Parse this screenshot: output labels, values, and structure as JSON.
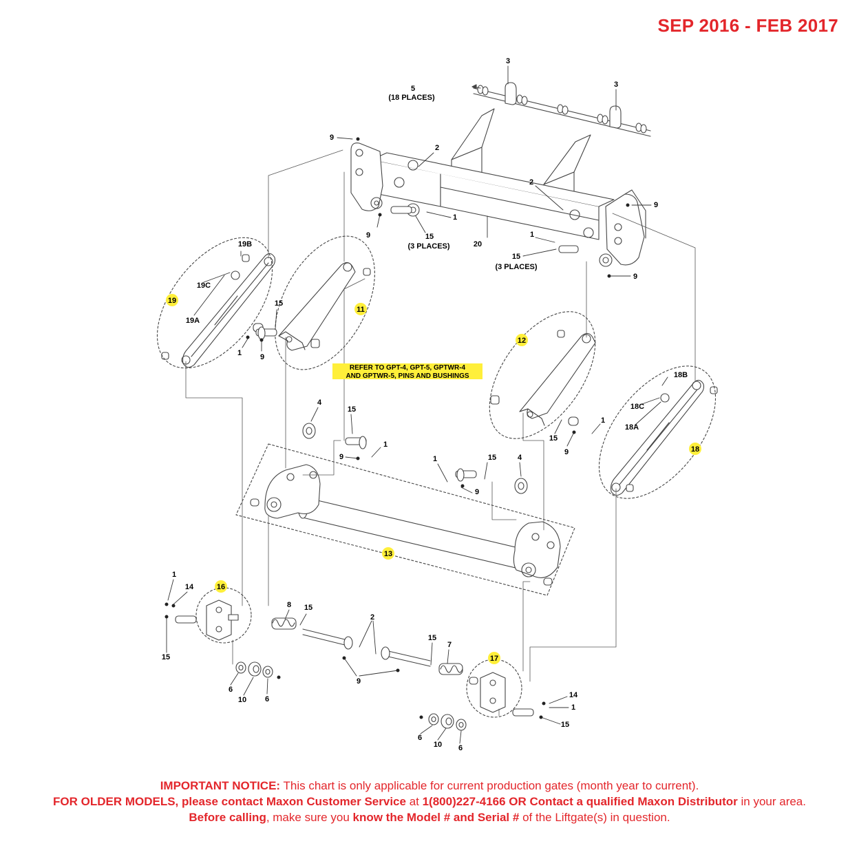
{
  "header": {
    "date_range": "SEP 2016 - FEB 2017"
  },
  "callouts": [
    {
      "id": "c-3a",
      "text": "3",
      "highlight": false
    },
    {
      "id": "c-3b",
      "text": "3",
      "highlight": false
    },
    {
      "id": "c-5",
      "text": "5",
      "highlight": false
    },
    {
      "id": "c-5-note",
      "text": "(18 PLACES)",
      "highlight": false
    },
    {
      "id": "c-9a",
      "text": "9",
      "highlight": false
    },
    {
      "id": "c-2a",
      "text": "2",
      "highlight": false
    },
    {
      "id": "c-2b",
      "text": "2",
      "highlight": false
    },
    {
      "id": "c-9b",
      "text": "9",
      "highlight": false
    },
    {
      "id": "c-1a",
      "text": "1",
      "highlight": false
    },
    {
      "id": "c-9c",
      "text": "9",
      "highlight": false
    },
    {
      "id": "c-15a",
      "text": "15",
      "highlight": false
    },
    {
      "id": "c-15a-note",
      "text": "(3 PLACES)",
      "highlight": false
    },
    {
      "id": "c-20",
      "text": "20",
      "highlight": false
    },
    {
      "id": "c-1b",
      "text": "1",
      "highlight": false
    },
    {
      "id": "c-15b",
      "text": "15",
      "highlight": false
    },
    {
      "id": "c-15b-note",
      "text": "(3 PLACES)",
      "highlight": false
    },
    {
      "id": "c-9d",
      "text": "9",
      "highlight": false
    },
    {
      "id": "c-19b",
      "text": "19B",
      "highlight": false
    },
    {
      "id": "c-19c",
      "text": "19C",
      "highlight": false
    },
    {
      "id": "c-19",
      "text": "19",
      "highlight": true
    },
    {
      "id": "c-19a",
      "text": "19A",
      "highlight": false
    },
    {
      "id": "c-15c",
      "text": "15",
      "highlight": false
    },
    {
      "id": "c-11",
      "text": "11",
      "highlight": true
    },
    {
      "id": "c-1c",
      "text": "1",
      "highlight": false
    },
    {
      "id": "c-9e",
      "text": "9",
      "highlight": false
    },
    {
      "id": "c-12",
      "text": "12",
      "highlight": true
    },
    {
      "id": "c-18b",
      "text": "18B",
      "highlight": false
    },
    {
      "id": "c-18c",
      "text": "18C",
      "highlight": false
    },
    {
      "id": "c-18a",
      "text": "18A",
      "highlight": false
    },
    {
      "id": "c-18",
      "text": "18",
      "highlight": true
    },
    {
      "id": "c-4a",
      "text": "4",
      "highlight": false
    },
    {
      "id": "c-15d",
      "text": "15",
      "highlight": false
    },
    {
      "id": "c-1d",
      "text": "1",
      "highlight": false
    },
    {
      "id": "c-9f",
      "text": "9",
      "highlight": false
    },
    {
      "id": "c-15e",
      "text": "15",
      "highlight": false
    },
    {
      "id": "c-9g",
      "text": "9",
      "highlight": false
    },
    {
      "id": "c-1e",
      "text": "1",
      "highlight": false
    },
    {
      "id": "c-1f",
      "text": "1",
      "highlight": false
    },
    {
      "id": "c-15f",
      "text": "15",
      "highlight": false
    },
    {
      "id": "c-4b",
      "text": "4",
      "highlight": false
    },
    {
      "id": "c-9h",
      "text": "9",
      "highlight": false
    },
    {
      "id": "c-13",
      "text": "13",
      "highlight": true
    },
    {
      "id": "c-1g",
      "text": "1",
      "highlight": false
    },
    {
      "id": "c-14a",
      "text": "14",
      "highlight": false
    },
    {
      "id": "c-16",
      "text": "16",
      "highlight": true
    },
    {
      "id": "c-8",
      "text": "8",
      "highlight": false
    },
    {
      "id": "c-15g",
      "text": "15",
      "highlight": false
    },
    {
      "id": "c-2c",
      "text": "2",
      "highlight": false
    },
    {
      "id": "c-15h",
      "text": "15",
      "highlight": false
    },
    {
      "id": "c-15i",
      "text": "15",
      "highlight": false
    },
    {
      "id": "c-7",
      "text": "7",
      "highlight": false
    },
    {
      "id": "c-17",
      "text": "17",
      "highlight": true
    },
    {
      "id": "c-9i",
      "text": "9",
      "highlight": false
    },
    {
      "id": "c-6a",
      "text": "6",
      "highlight": false
    },
    {
      "id": "c-10a",
      "text": "10",
      "highlight": false
    },
    {
      "id": "c-6b",
      "text": "6",
      "highlight": false
    },
    {
      "id": "c-14b",
      "text": "14",
      "highlight": false
    },
    {
      "id": "c-1h",
      "text": "1",
      "highlight": false
    },
    {
      "id": "c-15j",
      "text": "15",
      "highlight": false
    },
    {
      "id": "c-6c",
      "text": "6",
      "highlight": false
    },
    {
      "id": "c-10b",
      "text": "10",
      "highlight": false
    },
    {
      "id": "c-6d",
      "text": "6",
      "highlight": false
    }
  ],
  "refer_note": {
    "line1": "REFER TO GPT-4, GPT-5, GPTWR-4",
    "line2": "AND GPTWR-5, PINS AND BUSHINGS"
  },
  "notice": {
    "p1_bold": "IMPORTANT NOTICE:",
    "p1": " This chart is only applicable for current production gates (month year to current).",
    "p2_bold": "FOR OLDER MODELS, please contact Maxon Customer Service",
    "p2": " at ",
    "p2_bold2": "1(800)227-4166 OR Contact a qualified Maxon Distributor",
    "p2b": " in your area. ",
    "p3_bold": "Before calling",
    "p3": ", make sure you ",
    "p3_bold2": "know the Model # and Serial #",
    "p3b": " of the Liftgate(s) in question."
  },
  "colors": {
    "accent_red": "#e3262b",
    "highlight_yellow": "#ffef3a"
  }
}
